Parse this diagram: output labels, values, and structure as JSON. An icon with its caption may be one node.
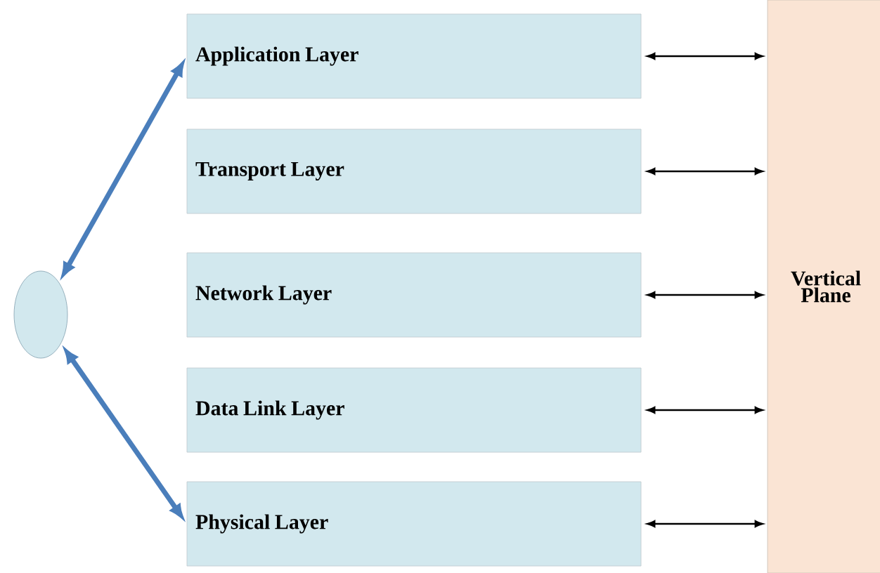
{
  "diagram": {
    "nodes": [
      {
        "text": [],
        "shape": "circle"
      },
      {
        "text": [
          "Application Layer"
        ]
      },
      {
        "text": [
          "Transport Layer"
        ]
      },
      {
        "text": [
          "Network Layer"
        ]
      },
      {
        "text": [
          "Data Link Layer"
        ]
      },
      {
        "text": [
          "Physical Layer"
        ]
      },
      {
        "text": [
          "Vertical Plane"
        ]
      }
    ],
    "edges": [
      {
        "from": 0,
        "to": 1,
        "arrow": "both",
        "style": "thick",
        "color": "#4a7ebb"
      },
      {
        "from": 0,
        "to": 5,
        "arrow": "both",
        "style": "thick",
        "color": "#4a7ebb"
      },
      {
        "from": 1,
        "to": 6,
        "arrow": "both"
      },
      {
        "from": 2,
        "to": 6,
        "arrow": "both"
      },
      {
        "from": 3,
        "to": 6,
        "arrow": "both"
      },
      {
        "from": 4,
        "to": 6,
        "arrow": "both"
      },
      {
        "from": 5,
        "to": 6,
        "arrow": "both"
      }
    ]
  }
}
